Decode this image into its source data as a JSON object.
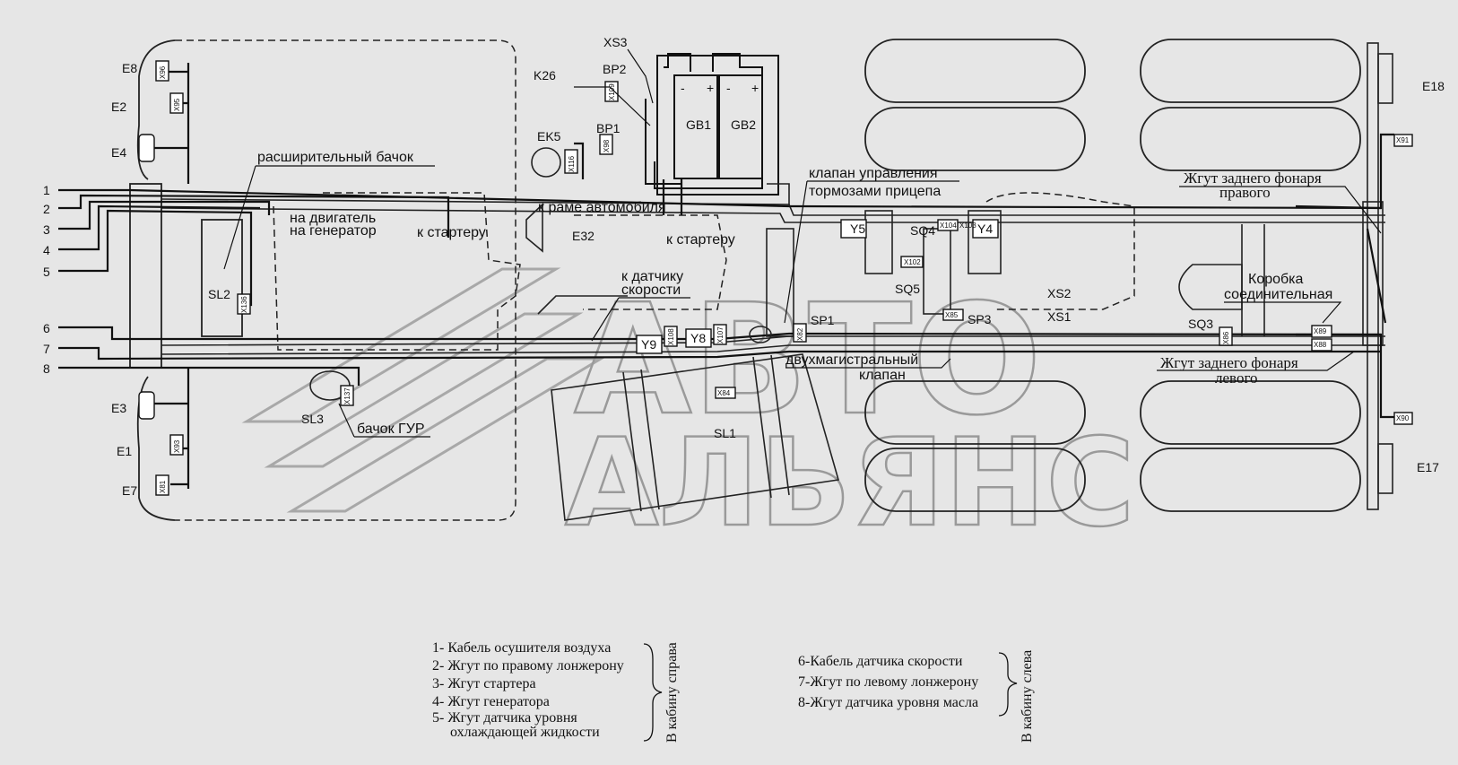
{
  "watermark": {
    "line1": "АВТО",
    "line2": "АЛЬЯНС"
  },
  "harness_numbers": [
    "1",
    "2",
    "3",
    "4",
    "5",
    "6",
    "7",
    "8"
  ],
  "components": {
    "E8": "E8",
    "E2": "E2",
    "E4": "E4",
    "E3": "E3",
    "E1": "E1",
    "E7": "E7",
    "E18": "E18",
    "E17": "E17",
    "XS3": "XS3",
    "K26": "K26",
    "BP2": "BP2",
    "BP1": "BP1",
    "EK5": "EK5",
    "GB1": "GB1",
    "GB2": "GB2",
    "E32": "E32",
    "SL2": "SL2",
    "SL3": "SL3",
    "SL1": "SL1",
    "Y5": "Y5",
    "Y4": "Y4",
    "Y9": "Y9",
    "Y8": "Y8",
    "SQ4": "SQ4",
    "SQ5": "SQ5",
    "SP1": "SP1",
    "SP3": "SP3",
    "SQ3": "SQ3",
    "XS2": "XS2",
    "XS1": "XS1"
  },
  "connectors": {
    "X96": "X96",
    "X95": "X95",
    "X93": "X93",
    "X81": "X81",
    "X109": "X109",
    "X98": "X98",
    "X116": "X116",
    "X136": "X136",
    "X137": "X137",
    "X104": "X104",
    "X103": "X103",
    "X102": "X102",
    "X85": "X85",
    "X84": "X84",
    "X108": "X108",
    "X107": "X107",
    "X82": "X82",
    "X86": "X86",
    "X89": "X89",
    "X88": "X88",
    "X91": "X91",
    "X90": "X90"
  },
  "labels": {
    "expansion_tank": "расширительный бачок",
    "to_engine": "на двигатель",
    "to_generator": "на генератор",
    "to_starter_1": "к стартеру",
    "to_frame": "к раме автомобиля",
    "to_starter_2": "к стартеру",
    "to_speed_sensor_1": "к датчику",
    "to_speed_sensor_2": "скорости",
    "trailer_brake_valve_1": "клапан управления",
    "trailer_brake_valve_2": "тормозами прицепа",
    "rear_lamp_right_1": "Жгут заднего фонаря",
    "rear_lamp_right_2": "правого",
    "junction_box_1": "Коробка",
    "junction_box_2": "соединительная",
    "rear_lamp_left_1": "Жгут заднего фонаря",
    "rear_lamp_left_2": "левого",
    "two_line_valve_1": "двухмагистральный",
    "two_line_valve_2": "клапан",
    "gur_tank": "бачок ГУР"
  },
  "legend": {
    "left_items": [
      "1- Кабель осушителя воздуха",
      "2- Жгут по правому лонжерону",
      "3- Жгут стартера",
      "4- Жгут генератора",
      "5- Жгут датчика уровня",
      "охлаждающей жидкости"
    ],
    "left_group": "В кабину справа",
    "right_items": [
      "6-Кабель датчика скорости",
      "7-Жгут по левому лонжерону",
      "8-Жгут датчика уровня масла"
    ],
    "right_group": "В кабину слева"
  }
}
